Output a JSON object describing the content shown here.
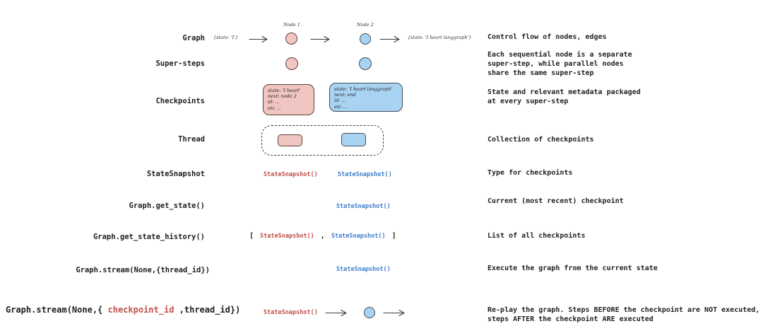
{
  "colors": {
    "pink_fill": "#f1c5c1",
    "pink_stroke": "#5a423b",
    "blue_fill": "#a9d3f3",
    "blue_stroke": "#3f4c57",
    "code_red": "#c0504a",
    "code_blue": "#3e7dca",
    "ink": "#1e1e1e",
    "arrow": "#3a3a3a",
    "background": "#ffffff"
  },
  "rows": [
    {
      "label": "Graph",
      "description": "Control flow of nodes, edges"
    },
    {
      "label": "Super-steps",
      "description": "Each sequential node is a separate\nsuper-step, while parallel nodes\nshare the same super-step"
    },
    {
      "label": "Checkpoints",
      "description": "State and relevant metadata packaged\nat every super-step"
    },
    {
      "label": "Thread",
      "description": "Collection of checkpoints"
    },
    {
      "label": "StateSnapshot",
      "description": "Type for checkpoints"
    },
    {
      "label": "Graph.get_state()",
      "description": "Current (most recent) checkpoint"
    },
    {
      "label": "Graph.get_state_history()",
      "description": "List of all checkpoints"
    },
    {
      "label": "Graph.stream(None,{thread_id})",
      "description": "Execute the graph from the current state"
    },
    {
      "label_prefix": "Graph.stream(None,{ ",
      "label_highlight": "checkpoint_id",
      "label_suffix": " ,thread_id})",
      "description": "Re-play the graph. Steps BEFORE the checkpoint are NOT executed,\nsteps AFTER the checkpoint ARE executed"
    }
  ],
  "graph_flow": {
    "input_state": "{state: 'I'}",
    "node1_label": "Node 1",
    "node2_label": "Node 2",
    "output_state": "{state: 'I heart langgraph'}"
  },
  "checkpoint_pink": {
    "lines": [
      "state: 'I heart'",
      "next: node 2",
      "id: ...",
      "etc ..."
    ]
  },
  "checkpoint_blue": {
    "lines": [
      "state: 'I heart langgraph'",
      "next: end",
      "id: ...",
      "etc ..."
    ]
  },
  "code": {
    "state_snapshot": "StateSnapshot()",
    "bracket_open": "[",
    "comma": ",",
    "bracket_close": "]"
  }
}
